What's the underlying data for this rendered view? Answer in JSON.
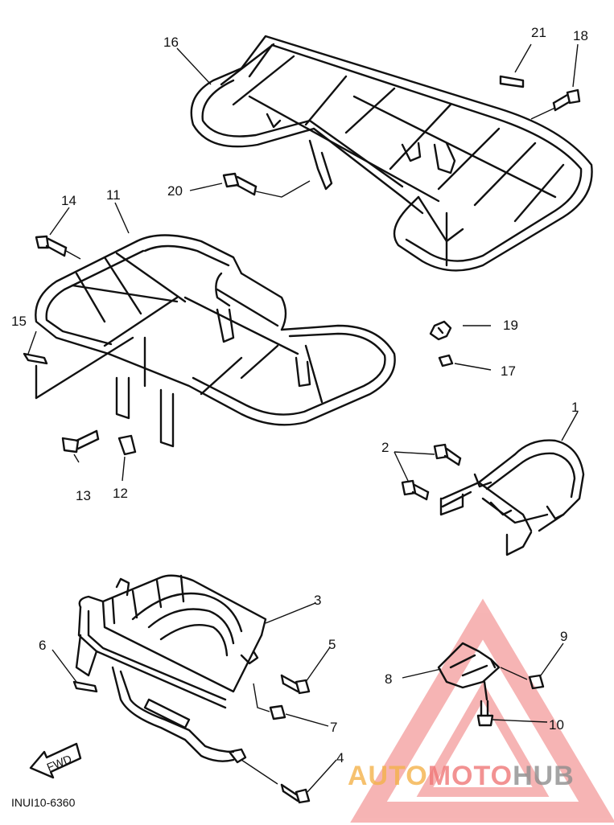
{
  "callouts": {
    "c1": "1",
    "c2": "2",
    "c3": "3",
    "c4": "4",
    "c5": "5",
    "c6": "6",
    "c7": "7",
    "c8": "8",
    "c9": "9",
    "c10": "10",
    "c11": "11",
    "c12": "12",
    "c13": "13",
    "c14": "14",
    "c15": "15",
    "c16": "16",
    "c17": "17",
    "c18": "18",
    "c19": "19",
    "c20": "20",
    "c21": "21"
  },
  "fwd_label": "FWD",
  "drawing_code": "INUI10-6360",
  "watermark": {
    "part1": "AUTO",
    "part2": "MOTO",
    "part3": "HUB",
    "color_auto": "#f4b24a",
    "color_moto": "#f07878",
    "color_hub": "#8e8e8e"
  },
  "colors": {
    "line": "#111111",
    "background": "#ffffff",
    "triangle": "#f07878"
  }
}
